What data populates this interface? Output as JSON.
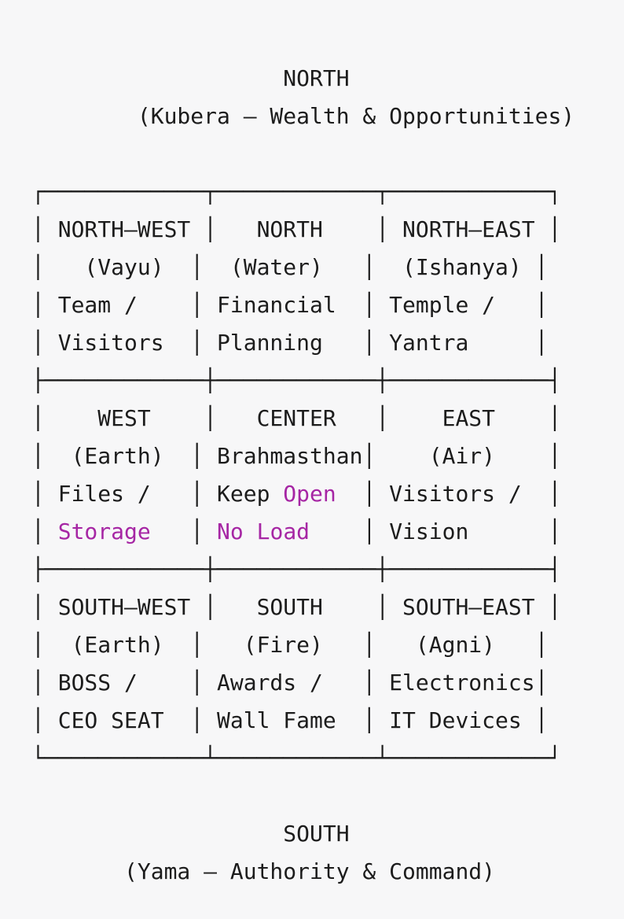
{
  "document": {
    "background": "#f7f7f8",
    "text_color": "#1c1c1c",
    "accent_color": "#a626a4",
    "north_heading": {
      "title": "NORTH",
      "subtitle": "(Kubera — Wealth & Opportunities)"
    },
    "south_heading": {
      "title": "SOUTH",
      "subtitle": "(Yama — Authority & Command)"
    }
  },
  "grid_cells": [
    {
      "position": "north-west",
      "direction": "NORTH—WEST",
      "element": "(Vayu)",
      "use_lines": [
        "Team /",
        "Visitors"
      ],
      "accent_words": []
    },
    {
      "position": "north",
      "direction": "NORTH",
      "element": "(Water)",
      "use_lines": [
        "Financial",
        "Planning"
      ],
      "accent_words": []
    },
    {
      "position": "north-east",
      "direction": "NORTH—EAST",
      "element": "(Ishanya)",
      "use_lines": [
        "Temple /",
        "Yantra"
      ],
      "accent_words": []
    },
    {
      "position": "west",
      "direction": "WEST",
      "element": "(Earth)",
      "use_lines": [
        "Files /",
        "Storage"
      ],
      "accent_words": [
        "Storage"
      ]
    },
    {
      "position": "center",
      "direction": "CENTER",
      "element": "Brahmasthan",
      "use_lines": [
        "Keep Open",
        "No Load"
      ],
      "accent_words": [
        "Open",
        "No Load"
      ]
    },
    {
      "position": "east",
      "direction": "EAST",
      "element": "(Air)",
      "use_lines": [
        "Visitors /",
        "Vision"
      ],
      "accent_words": []
    },
    {
      "position": "south-west",
      "direction": "SOUTH—WEST",
      "element": "(Earth)",
      "use_lines": [
        "BOSS /",
        "CEO SEAT"
      ],
      "accent_words": []
    },
    {
      "position": "south",
      "direction": "SOUTH",
      "element": "(Fire)",
      "use_lines": [
        "Awards /",
        "Wall Fame"
      ],
      "accent_words": []
    },
    {
      "position": "south-east",
      "direction": "SOUTH—EAST",
      "element": "(Agni)",
      "use_lines": [
        "Electronics",
        "IT Devices"
      ],
      "accent_words": []
    }
  ],
  "ascii": {
    "lines": [
      [
        {
          "t": "                   NORTH"
        }
      ],
      [
        {
          "t": "        (Kubera — Wealth & Opportunities)"
        }
      ],
      [
        {
          "t": ""
        }
      ],
      [
        {
          "t": "┌────────────┬────────────┬────────────┐"
        }
      ],
      [
        {
          "t": "│ NORTH—WEST │   NORTH    │ NORTH—EAST │"
        }
      ],
      [
        {
          "t": "│   (Vayu)  │  (Water)   │  (Ishanya) │"
        }
      ],
      [
        {
          "t": "│ Team /    │ Financial  │ Temple /   │"
        }
      ],
      [
        {
          "t": "│ Visitors  │ Planning   │ Yantra     │"
        }
      ],
      [
        {
          "t": "├────────────┼────────────┼────────────┤"
        }
      ],
      [
        {
          "t": "│    WEST    │   CENTER   │    EAST    │"
        }
      ],
      [
        {
          "t": "│  (Earth)  │ Brahmasthan│    (Air)    │"
        }
      ],
      [
        {
          "t": "│ Files /   │ Keep "
        },
        {
          "t": "Open",
          "accent": true
        },
        {
          "t": "  │ Visitors /  │"
        }
      ],
      [
        {
          "t": "│ "
        },
        {
          "t": "Storage",
          "accent": true
        },
        {
          "t": "   │ "
        },
        {
          "t": "No Load",
          "accent": true
        },
        {
          "t": "    │ Vision      │"
        }
      ],
      [
        {
          "t": "├────────────┼────────────┼────────────┤"
        }
      ],
      [
        {
          "t": "│ SOUTH—WEST │   SOUTH    │ SOUTH—EAST │"
        }
      ],
      [
        {
          "t": "│  (Earth)  │   (Fire)   │   (Agni)   │"
        }
      ],
      [
        {
          "t": "│ BOSS /    │ Awards /   │ Electronics│"
        }
      ],
      [
        {
          "t": "│ CEO SEAT  │ Wall Fame  │ IT Devices │"
        }
      ],
      [
        {
          "t": "└────────────┴────────────┴────────────┘"
        }
      ],
      [
        {
          "t": ""
        }
      ],
      [
        {
          "t": "                   SOUTH"
        }
      ],
      [
        {
          "t": "       (Yama — Authority & Command)"
        }
      ]
    ]
  }
}
